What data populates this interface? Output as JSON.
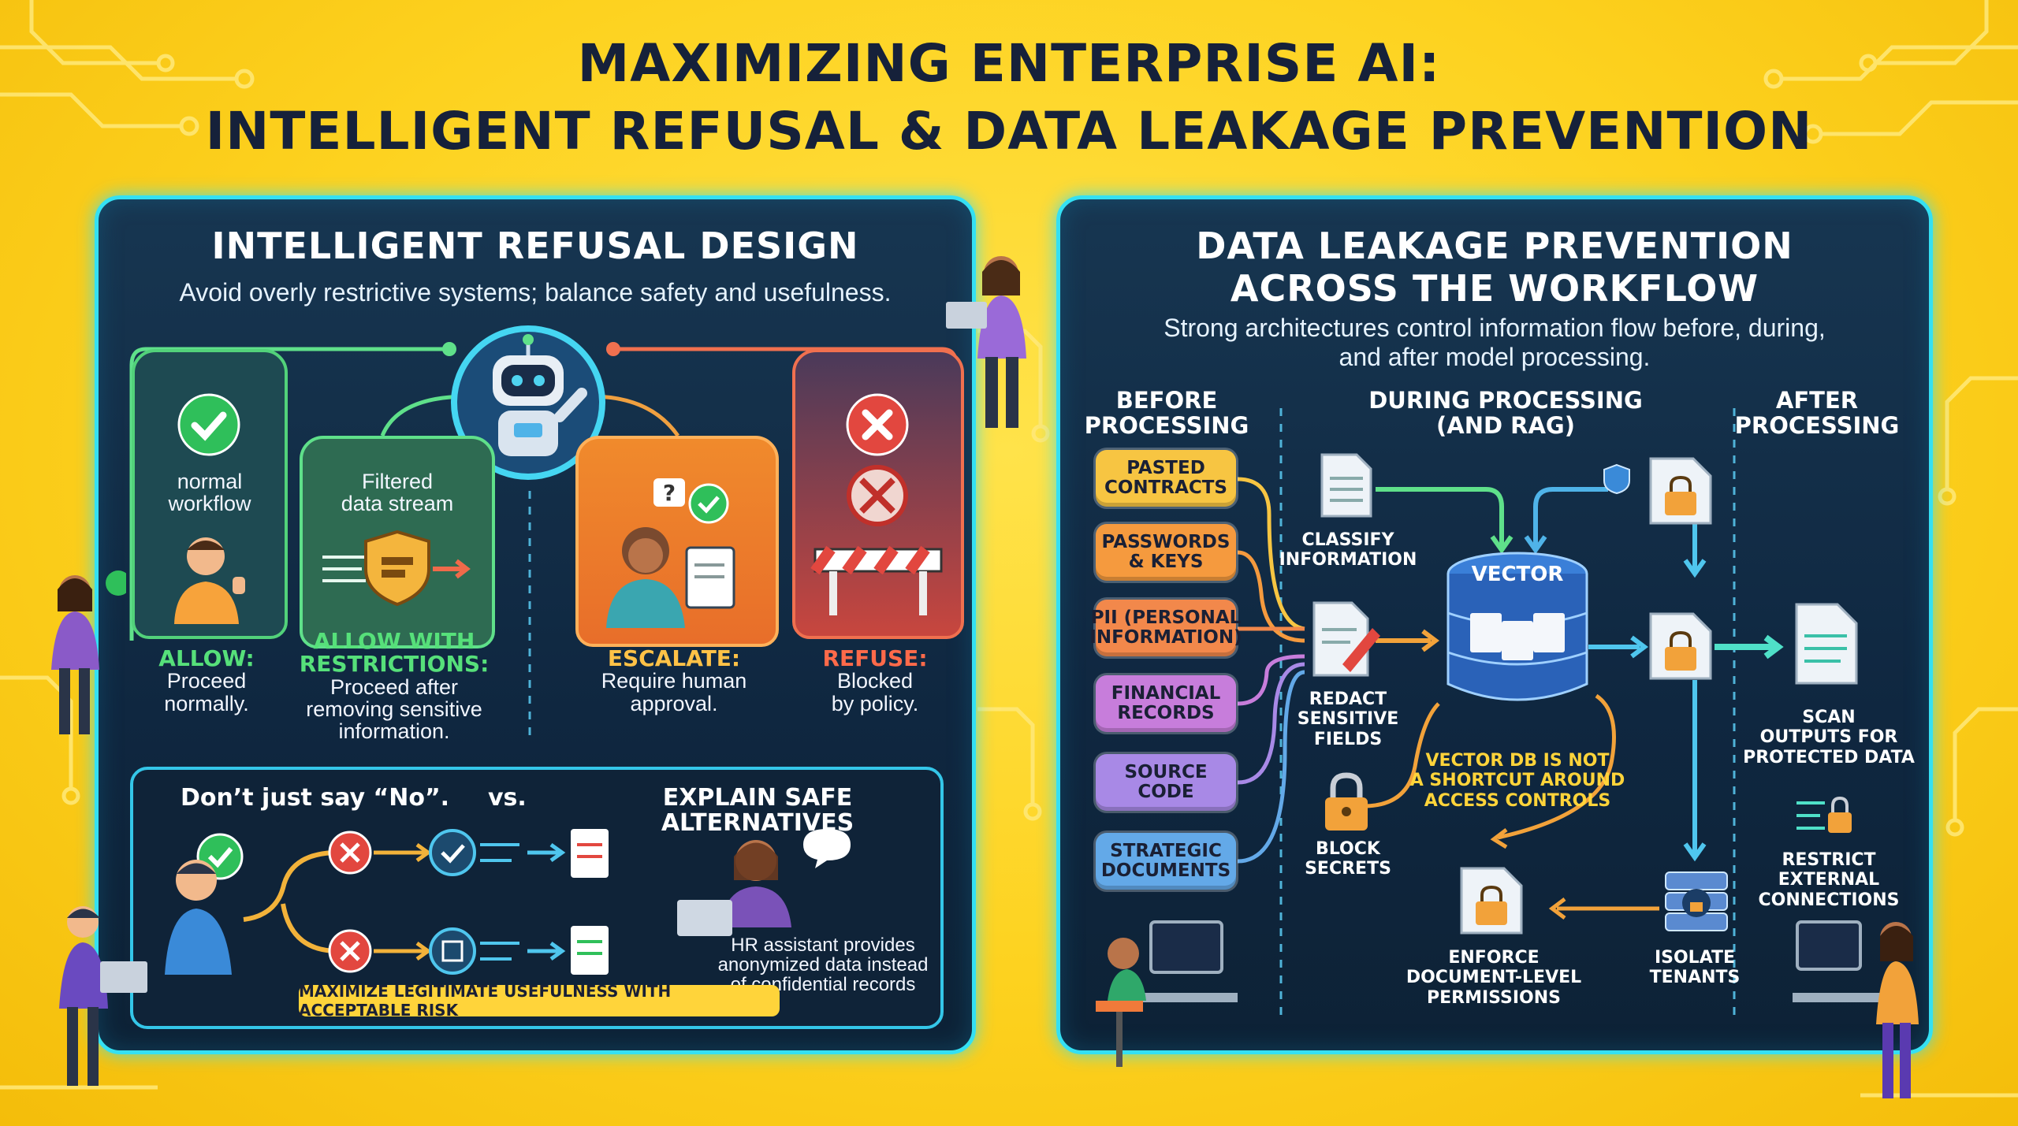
{
  "title": {
    "line1": "MAXIMIZING ENTERPRISE AI:",
    "line2": "INTELLIGENT REFUSAL & DATA LEAKAGE PREVENTION"
  },
  "left": {
    "title": "INTELLIGENT REFUSAL DESIGN",
    "subtitle": "Avoid overly restrictive systems; balance safety and usefulness.",
    "allow_card": {
      "text": "normal\nworkflow",
      "label": "ALLOW:",
      "desc": "Proceed\nnormally."
    },
    "restrict_card": {
      "text": "Filtered\ndata stream",
      "label": "ALLOW WITH\nRESTRICTIONS:",
      "desc": "Proceed after\nremoving sensitive\ninformation."
    },
    "escalate_card": {
      "label": "ESCALATE:",
      "desc": "Require human\napproval."
    },
    "refuse_card": {
      "label": "REFUSE:",
      "desc": "Blocked\nby policy."
    },
    "bottom": {
      "left_heading": "Don’t just say “No”.",
      "vs": "vs.",
      "right_heading": "EXPLAIN SAFE ALTERNATIVES",
      "example": "HR assistant provides\nanonymized data instead\nof confidential records",
      "banner": "MAXIMIZE LEGITIMATE USEFULNESS WITH ACCEPTABLE RISK"
    }
  },
  "right": {
    "title_line1": "DATA LEAKAGE PREVENTION",
    "title_line2": "ACROSS THE WORKFLOW",
    "subtitle": "Strong architectures control information flow before, during,\nand after model processing.",
    "columns": {
      "before": "BEFORE\nPROCESSING",
      "during": "DURING PROCESSING\n(AND RAG)",
      "after": "AFTER\nPROCESSING"
    },
    "inputs": [
      {
        "label": "PASTED\nCONTRACTS",
        "color": "#f7c542"
      },
      {
        "label": "PASSWORDS\n& KEYS",
        "color": "#f59a3e"
      },
      {
        "label": "PII (PERSONAL\nINFORMATION)",
        "color": "#f2884b"
      },
      {
        "label": "FINANCIAL\nRECORDS",
        "color": "#c77ddb"
      },
      {
        "label": "SOURCE\nCODE",
        "color": "#a889e6"
      },
      {
        "label": "STRATEGIC\nDOCUMENTS",
        "color": "#63a9e8"
      }
    ],
    "classify": "CLASSIFY\nINFORMATION",
    "redact": "REDACT\nSENSITIVE\nFIELDS",
    "block": "BLOCK\nSECRETS",
    "vector": "VECTOR",
    "vector_note": "VECTOR DB IS NOT\nA SHORTCUT AROUND\nACCESS CONTROLS",
    "enforce": "ENFORCE\nDOCUMENT-LEVEL\nPERMISSIONS",
    "isolate": "ISOLATE\nTENANTS",
    "scan": "SCAN\nOUTPUTS FOR\nPROTECTED DATA",
    "restrict": "RESTRICT\nEXTERNAL\nCONNECTIONS"
  },
  "colors": {
    "background": "#fdd21f",
    "panel": "#133049",
    "glow": "#34e0f3",
    "allow_green": "#2fbf5a",
    "escalate_orange": "#f08a2c",
    "refuse_red": "#e2473f",
    "note_yellow": "#ffd43a"
  }
}
